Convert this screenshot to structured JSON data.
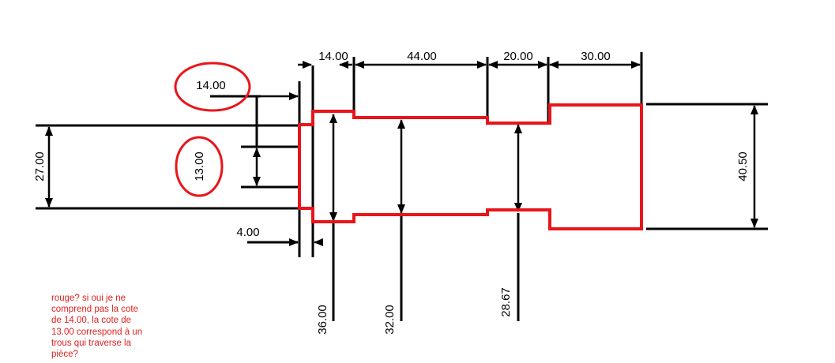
{
  "dimensions": {
    "d_14_top": "14.00",
    "d_44": "44.00",
    "d_20": "20.00",
    "d_30": "30.00",
    "d_14_circled": "14.00",
    "d_13_circled": "13.00",
    "d_27": "27.00",
    "d_4": "4.00",
    "d_36": "36.00",
    "d_32": "32.00",
    "d_2867": "28.67",
    "d_4050": "40.50"
  },
  "note": {
    "lines": [
      "rouge? si oui je ne",
      "comprend pas la cote",
      "de 14.00, la cote de",
      "13.00 correspond à un",
      "trous qui traverse la",
      "pièce?"
    ]
  },
  "colors": {
    "outline": "#e8151b",
    "lines": "#000000",
    "note": "#e02020"
  }
}
